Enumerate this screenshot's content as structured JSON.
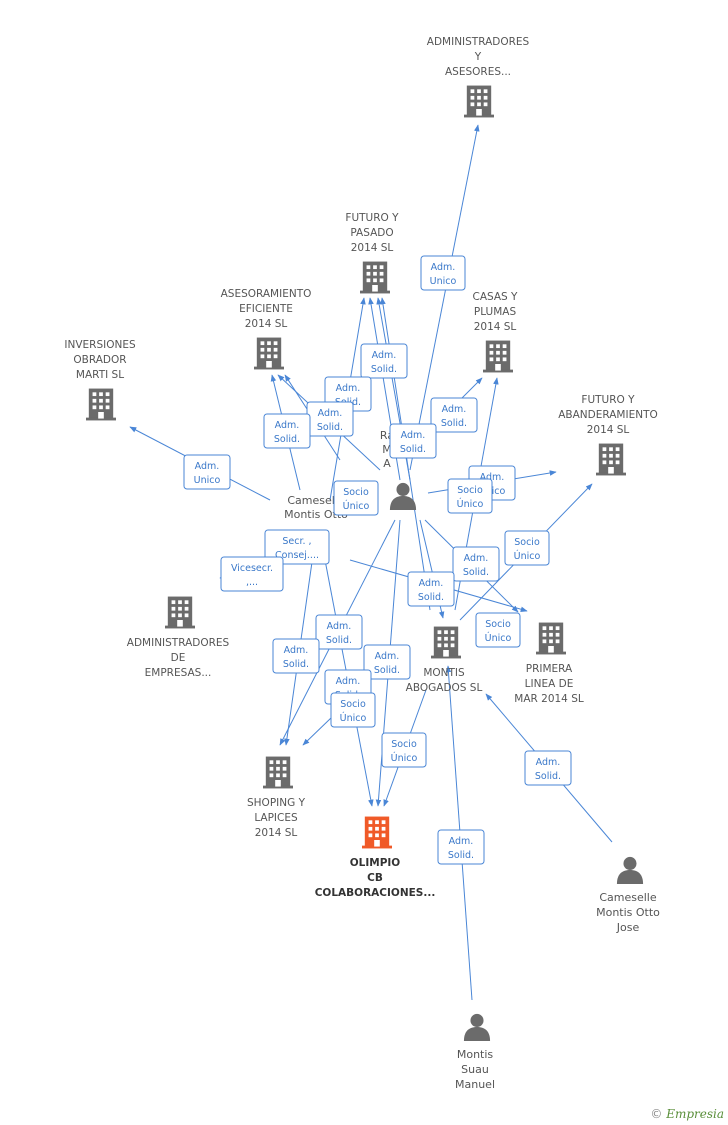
{
  "companies": [
    {
      "id": "admin_asesores",
      "lines": [
        "ADMINISTRADORES",
        "Y",
        "ASESORES..."
      ]
    },
    {
      "id": "futuro_pasado",
      "lines": [
        "FUTURO Y",
        "PASADO",
        "2014  SL"
      ]
    },
    {
      "id": "asesoramiento",
      "lines": [
        "ASESORAMIENTO",
        "EFICIENTE",
        "2014  SL"
      ]
    },
    {
      "id": "casas_plumas",
      "lines": [
        "CASAS Y",
        "PLUMAS",
        "2014  SL"
      ]
    },
    {
      "id": "inversiones",
      "lines": [
        "INVERSIONES",
        "OBRADOR",
        "MARTI SL"
      ]
    },
    {
      "id": "futuro_aband",
      "lines": [
        "FUTURO Y",
        "ABANDERAMIENTO",
        "2014  SL"
      ]
    },
    {
      "id": "admin_empresas",
      "lines": [
        "ADMINISTRADORES",
        "DE",
        "EMPRESAS..."
      ]
    },
    {
      "id": "montis_abogados",
      "lines": [
        "MONTIS",
        "ABOGADOS SL"
      ]
    },
    {
      "id": "primera_linea",
      "lines": [
        "PRIMERA",
        "LINEA DE",
        "MAR 2014  SL"
      ]
    },
    {
      "id": "shoping",
      "lines": [
        "SHOPING Y",
        "LAPICES",
        "2014  SL"
      ]
    },
    {
      "id": "olimpio",
      "lines": [
        "OLIMPIO",
        "CB",
        "COLABORACIONES..."
      ],
      "highlight": true
    }
  ],
  "persons": [
    {
      "id": "ra",
      "lines": [
        "Ra",
        "M",
        "A"
      ]
    },
    {
      "id": "cameselle_left",
      "lines": [
        "Cameselle",
        "Montis Otto"
      ]
    },
    {
      "id": "cameselle_jose",
      "lines": [
        "Cameselle",
        "Montis Otto",
        "Jose"
      ]
    },
    {
      "id": "montis_suau",
      "lines": [
        "Montis",
        "Suau",
        "Manuel"
      ]
    }
  ],
  "relations": [
    {
      "id": "r1",
      "lines": [
        "Adm.",
        "Unico"
      ]
    },
    {
      "id": "r2",
      "lines": [
        "Adm.",
        "Solid."
      ]
    },
    {
      "id": "r3",
      "lines": [
        "Adm.",
        "Solid."
      ]
    },
    {
      "id": "r4",
      "lines": [
        "Adm.",
        "Solid."
      ]
    },
    {
      "id": "r5",
      "lines": [
        "Adm.",
        "Solid."
      ]
    },
    {
      "id": "r6",
      "lines": [
        "Adm.",
        "Solid."
      ]
    },
    {
      "id": "r7",
      "lines": [
        "Adm.",
        "Solid."
      ]
    },
    {
      "id": "r8",
      "lines": [
        "Adm.",
        "Unico"
      ]
    },
    {
      "id": "r9",
      "lines": [
        "Adm.",
        "Unico"
      ]
    },
    {
      "id": "r10",
      "lines": [
        "Socio",
        "Único"
      ]
    },
    {
      "id": "r11",
      "lines": [
        "Socio",
        "Único"
      ]
    },
    {
      "id": "r12",
      "lines": [
        "Socio",
        "Único"
      ]
    },
    {
      "id": "r13",
      "lines": [
        "Secr. ,",
        "Consej...."
      ]
    },
    {
      "id": "r14",
      "lines": [
        "Vicesecr.",
        ",..."
      ]
    },
    {
      "id": "r15",
      "lines": [
        "Adm.",
        "Solid."
      ]
    },
    {
      "id": "r16",
      "lines": [
        "Adm.",
        "Solid."
      ]
    },
    {
      "id": "r17",
      "lines": [
        "Socio",
        "Único"
      ]
    },
    {
      "id": "r18",
      "lines": [
        "Adm.",
        "Solid."
      ]
    },
    {
      "id": "r19",
      "lines": [
        "Adm.",
        "Solid."
      ]
    },
    {
      "id": "r20",
      "lines": [
        "Adm.",
        "Solid."
      ]
    },
    {
      "id": "r21",
      "lines": [
        "Adm.",
        "Solid."
      ]
    },
    {
      "id": "r22",
      "lines": [
        "Socio",
        "Único"
      ]
    },
    {
      "id": "r23",
      "lines": [
        "Socio",
        "Único"
      ]
    },
    {
      "id": "r24",
      "lines": [
        "Adm.",
        "Solid."
      ]
    },
    {
      "id": "r25",
      "lines": [
        "Adm.",
        "Solid."
      ]
    }
  ],
  "colors": {
    "edge": "#4a86d6",
    "building": "#6b6b6b",
    "highlight": "#f05a28",
    "person": "#6b6b6b"
  },
  "footer": {
    "copyright": "©",
    "brand": "Empresia"
  }
}
